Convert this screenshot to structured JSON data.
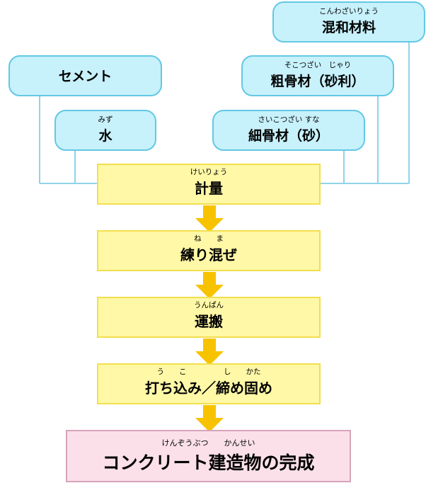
{
  "ingredients": {
    "cement": {
      "ruby": "",
      "label": "セメント"
    },
    "water": {
      "ruby": "みず",
      "label": "水"
    },
    "fine": {
      "ruby": "さいこつざい すな",
      "label": "細骨材（砂）"
    },
    "coarse": {
      "ruby": "そこつざい　じゃり",
      "label": "粗骨材（砂利）"
    },
    "admix": {
      "ruby": "こんわざいりょう",
      "label": "混和材料"
    }
  },
  "steps": [
    {
      "ruby": "けいりょう",
      "label": "計量"
    },
    {
      "ruby": "ね　　ま",
      "label": "練り混ぜ"
    },
    {
      "ruby": "うんぱん",
      "label": "運搬"
    },
    {
      "ruby": "う　　こ　　　　　し　　かた",
      "label": "打ち込み／締め固め"
    }
  ],
  "final": {
    "ruby": "けんぞうぶつ　　かんせい",
    "label": "コンクリート建造物の完成"
  },
  "colors": {
    "ingredient_fill": "#c7f1fb",
    "ingredient_border": "#63c8e4",
    "step_fill": "#fff8a6",
    "step_border": "#f2df4e",
    "arrow": "#f7c300",
    "final_fill": "#fbe0ea",
    "final_border": "#d6a4b9",
    "connector": "#8fd4ea"
  }
}
